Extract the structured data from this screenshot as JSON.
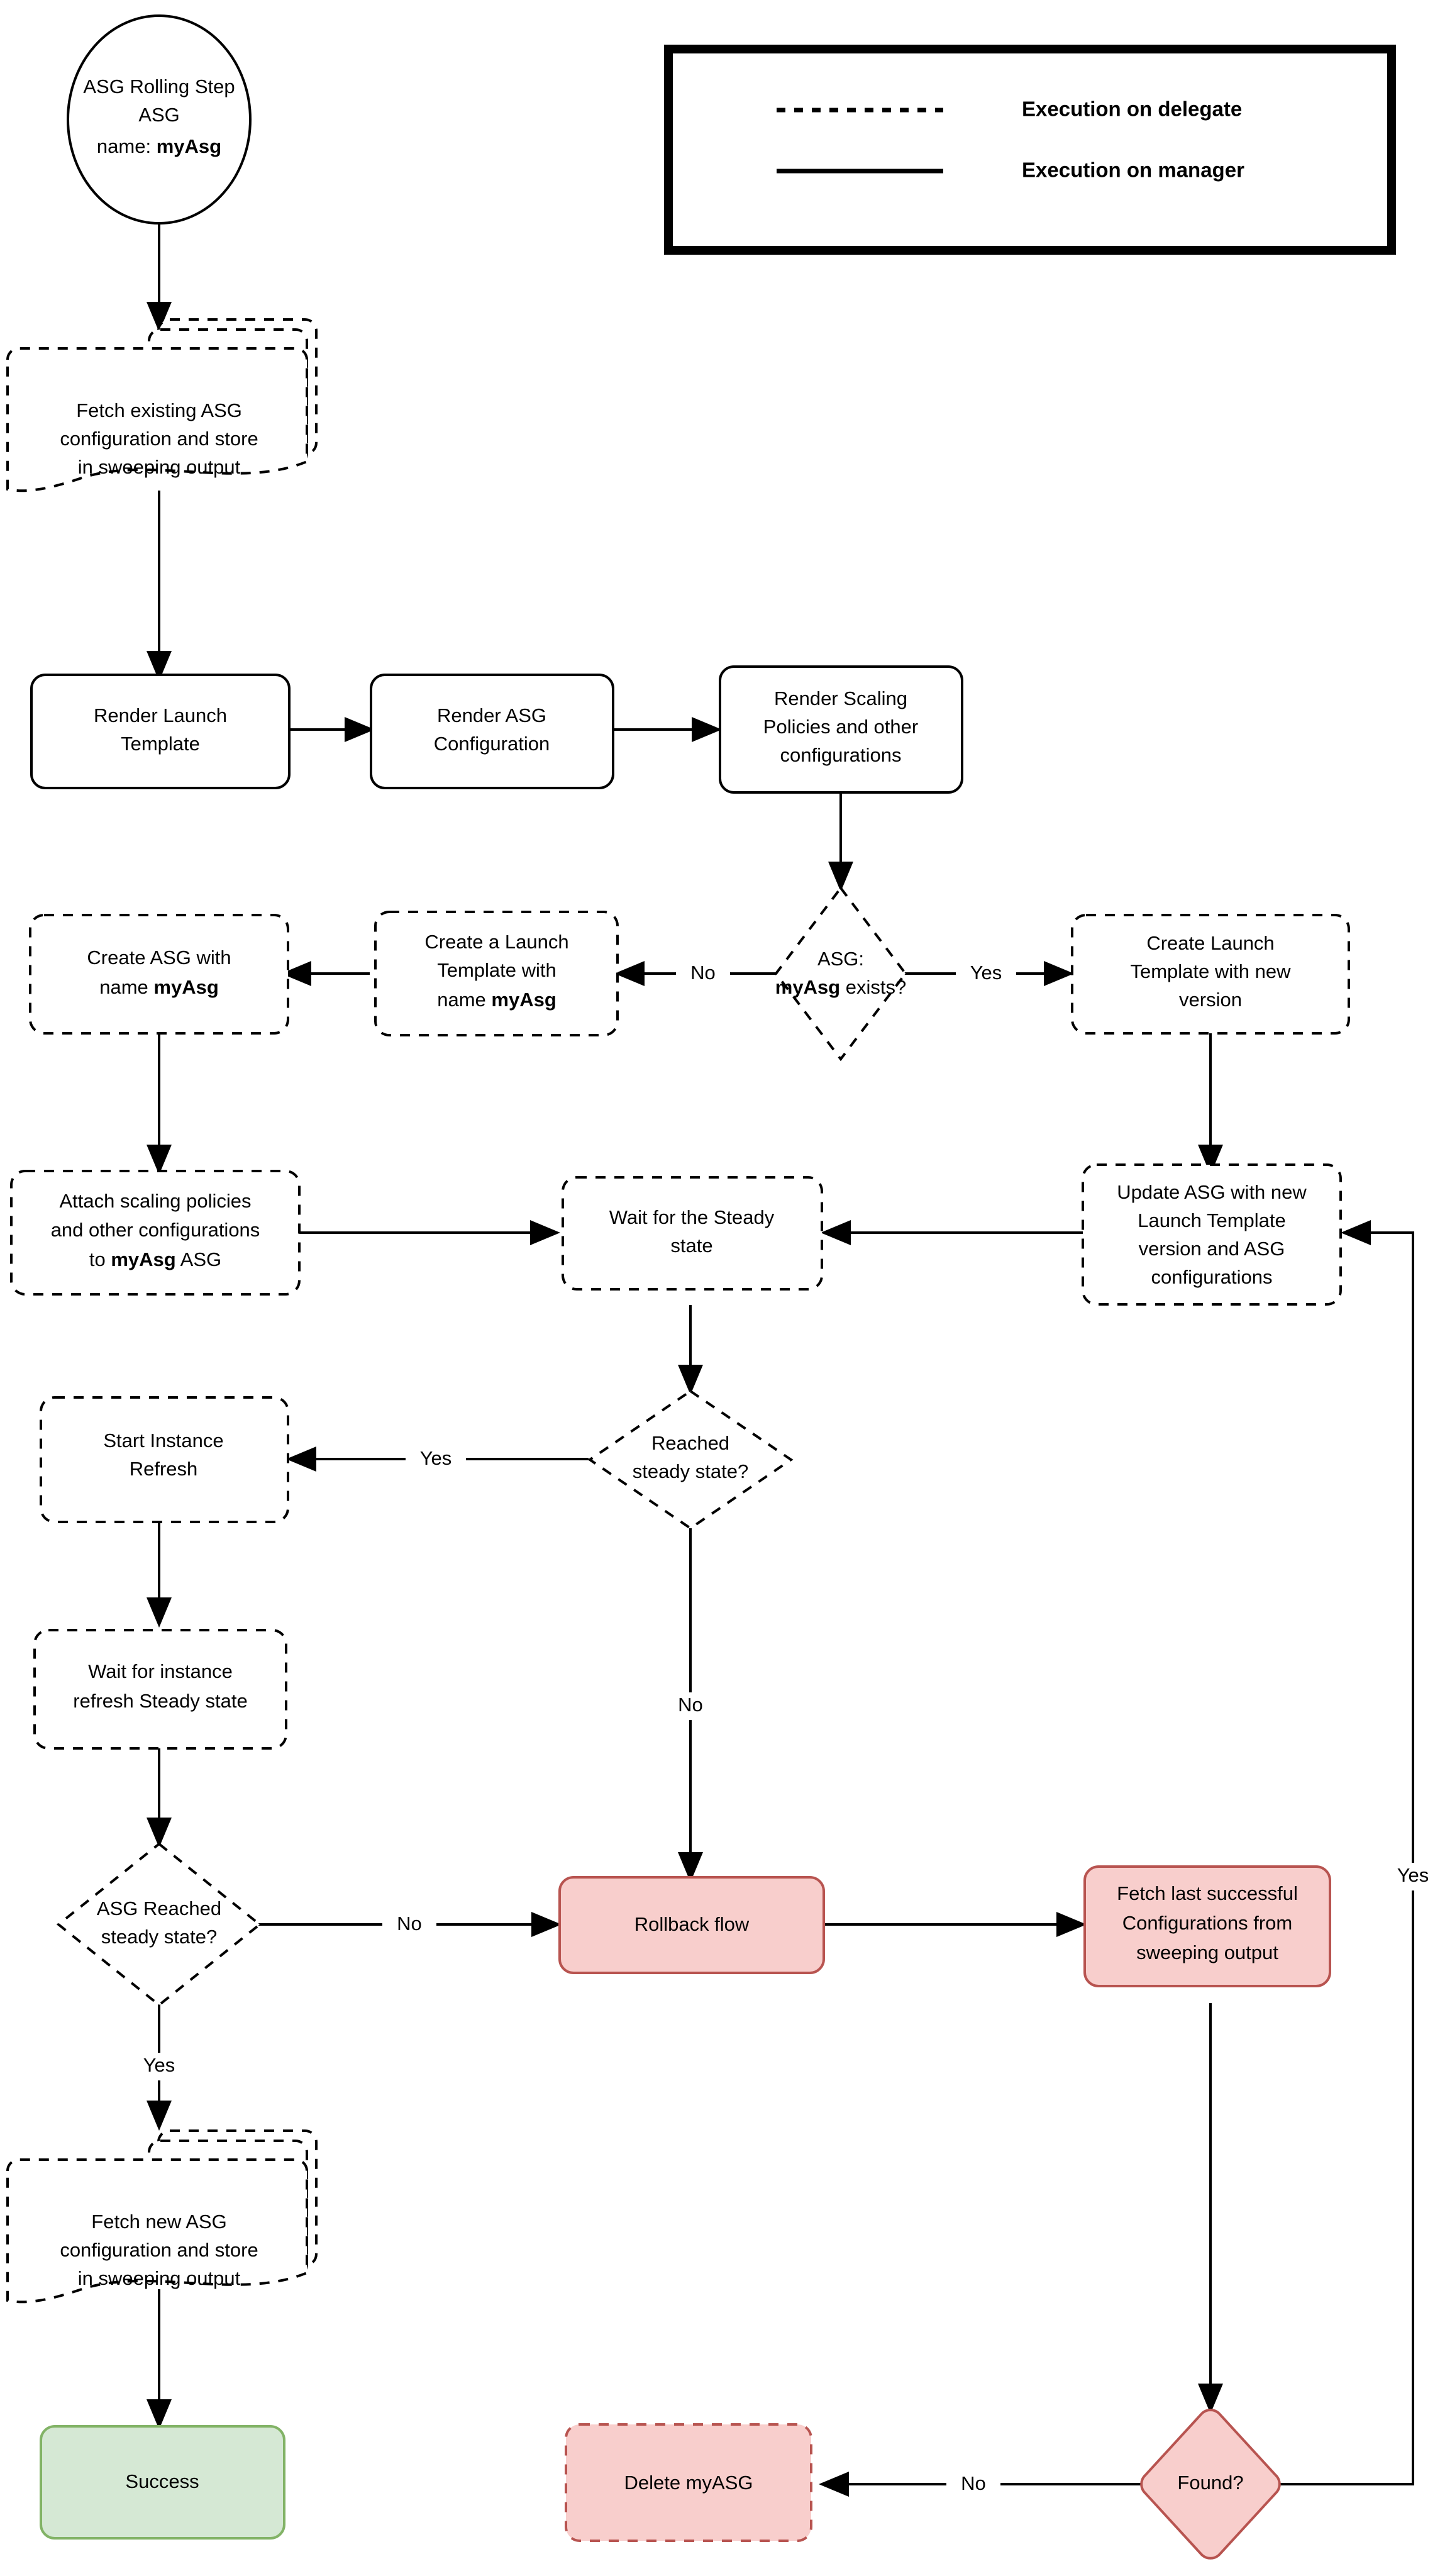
{
  "diagram": {
    "title": "ASG Rolling Step flowchart",
    "colors": {
      "pink_fill": "#f8cecc",
      "pink_stroke": "#b85450",
      "green_fill": "#d5e8d4",
      "green_stroke": "#82b366",
      "line": "#000000",
      "background": "#ffffff"
    }
  },
  "legend": {
    "items": [
      {
        "style": "dashed",
        "label": "Execution on delegate"
      },
      {
        "style": "solid",
        "label": "Execution on manager"
      }
    ]
  },
  "nodes": {
    "start": {
      "shape": "ellipse",
      "line1": "ASG Rolling Step",
      "line2": "ASG",
      "line3_prefix": "name: ",
      "line3_bold": "myAsg"
    },
    "fetch_existing": {
      "shape": "multi-document",
      "line1": "Fetch existing ASG",
      "line2": "configuration and store",
      "line3": "in sweeping output"
    },
    "render_launch_template": {
      "shape": "rounded-rect",
      "line1": "Render Launch",
      "line2": "Template"
    },
    "render_asg_configuration": {
      "shape": "rounded-rect",
      "line1": "Render ASG",
      "line2": "Configuration"
    },
    "render_scaling_policies": {
      "shape": "rounded-rect",
      "line1": "Render Scaling",
      "line2": "Policies and other",
      "line3": "configurations"
    },
    "asg_exists": {
      "shape": "diamond",
      "line1": "ASG:",
      "line2_bold": "myAsg",
      "line2_rest": " exists?"
    },
    "create_launch_template_new_version": {
      "shape": "rounded-rect",
      "line1": "Create Launch",
      "line2": "Template with new",
      "line3": "version"
    },
    "create_launch_template_named": {
      "shape": "rounded-rect",
      "line1": "Create a Launch",
      "line2": "Template with",
      "line3_prefix": "name ",
      "line3_bold": "myAsg"
    },
    "create_asg": {
      "shape": "rounded-rect",
      "line1": "Create ASG with",
      "line2_prefix": "name ",
      "line2_bold": "myAsg"
    },
    "attach_scaling_policies": {
      "shape": "rounded-rect",
      "line1": "Attach scaling policies",
      "line2": "and other configurations",
      "line3_prefix": "to ",
      "line3_bold": "myAsg",
      "line3_suffix": " ASG"
    },
    "wait_steady_state": {
      "shape": "rounded-rect",
      "line1": "Wait for the Steady",
      "line2": "state"
    },
    "update_asg": {
      "shape": "rounded-rect",
      "line1": "Update ASG with new",
      "line2": "Launch Template",
      "line3": "version and ASG",
      "line4": "configurations"
    },
    "reached_steady_state": {
      "shape": "diamond",
      "line1": "Reached",
      "line2": "steady state?"
    },
    "start_instance_refresh": {
      "shape": "rounded-rect",
      "line1": "Start Instance",
      "line2": "Refresh"
    },
    "wait_instance_refresh": {
      "shape": "rounded-rect",
      "line1": "Wait for instance",
      "line2": "refresh Steady state"
    },
    "asg_reached_steady_state": {
      "shape": "diamond",
      "line1": "ASG Reached",
      "line2": "steady state?"
    },
    "rollback_flow": {
      "shape": "rounded-rect",
      "line1": "Rollback flow"
    },
    "fetch_last_successful": {
      "shape": "rounded-rect",
      "line1": "Fetch last successful",
      "line2": "Configurations from",
      "line3": "sweeping output"
    },
    "fetch_new_asg": {
      "shape": "multi-document",
      "line1": "Fetch new ASG",
      "line2": "configuration and store",
      "line3": "in sweeping output"
    },
    "success": {
      "shape": "rounded-rect",
      "line1": "Success"
    },
    "delete_myasg": {
      "shape": "rounded-rect",
      "line1": "Delete myASG"
    },
    "found": {
      "shape": "diamond",
      "line1": "Found?"
    }
  },
  "edge_labels": {
    "asg_exists_no": "No",
    "asg_exists_yes": "Yes",
    "reached_steady_yes": "Yes",
    "reached_steady_no": "No",
    "asg_reached_no": "No",
    "asg_reached_yes": "Yes",
    "found_no": "No",
    "found_yes": "Yes"
  }
}
